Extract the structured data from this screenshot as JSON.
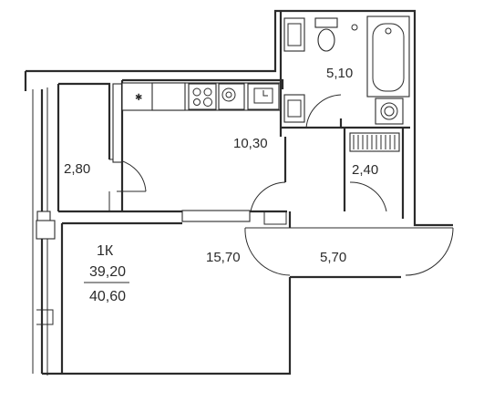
{
  "rooms": {
    "bathroom_area": "5,10",
    "kitchen_area": "10,30",
    "loggia_area": "2,80",
    "closet_area": "2,40",
    "hall_area": "5,70",
    "living_area": "15,70"
  },
  "summary": {
    "type": "1К",
    "living_total": "39,20",
    "total_area": "40,60"
  }
}
